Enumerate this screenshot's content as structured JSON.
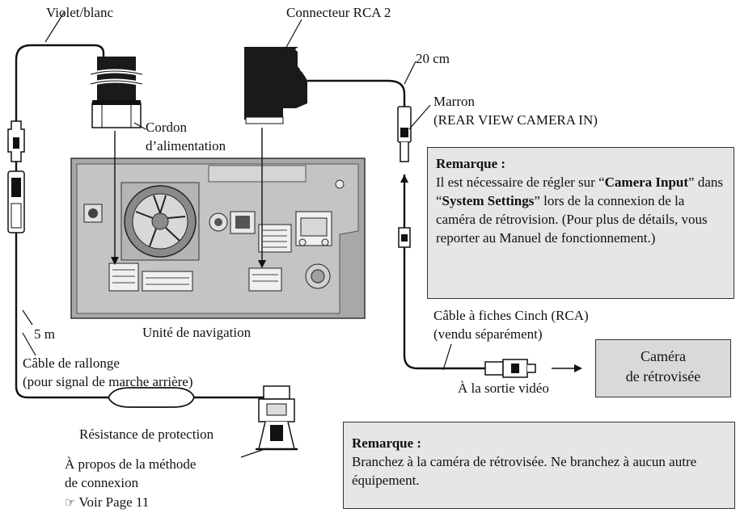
{
  "labels": {
    "violet_blanc": "Violet/blanc",
    "connecteur_rca2": "Connecteur RCA 2",
    "cm20": "20 cm",
    "marron": "Marron",
    "rear_view": "(REAR VIEW CAMERA IN)",
    "cordon": "Cordon",
    "alimentation": "d’alimentation",
    "unite": "Unité de navigation",
    "m5": "5 m",
    "rallonge": "Câble de rallonge",
    "rallonge_sub": "(pour signal de marche arrière)",
    "cinch": "Câble à fiches Cinch (RCA)",
    "cinch_sub": "(vendu séparément)",
    "sortie": "À la sortie vidéo",
    "resistance": "Résistance de protection",
    "propos": "À propos de la méthode",
    "connexion": "de connexion",
    "voir_page": "Voir Page 11"
  },
  "camera": {
    "line1": "Caméra",
    "line2": "de rétrovisée"
  },
  "note1": {
    "title": "Remarque :",
    "t1": "Il est nécessaire de régler sur “",
    "b1": "Camera Input",
    "t2": "” dans “",
    "b2": "System Settings",
    "t3": "” lors de la connexion de la caméra de rétrovision. (Pour plus de détails, vous reporter au Manuel de fonctionnement.)"
  },
  "note2": {
    "title": "Remarque :",
    "body": "Branchez à la caméra de rétrovisée. Ne branchez à aucun autre équipement."
  },
  "icons": {
    "pointer": "pointing-hand-icon"
  }
}
